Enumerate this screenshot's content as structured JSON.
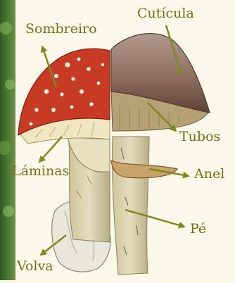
{
  "labels": {
    "sombreiro": "Sombreiro",
    "cuticula": "Cutícula",
    "tubos": "Tubos",
    "laminas": "Láminas",
    "anel": "Anel",
    "pe": "Pé",
    "volva": "Volva"
  },
  "colors": {
    "label_text": "#7a6f12",
    "arrow": "#7d8a1e",
    "background": "#fbf7ea",
    "red_cap": "#c73a24",
    "brown_cap": "#7a5a4a",
    "stem": "#d8cfa8",
    "forest": "#3f6a2c"
  }
}
